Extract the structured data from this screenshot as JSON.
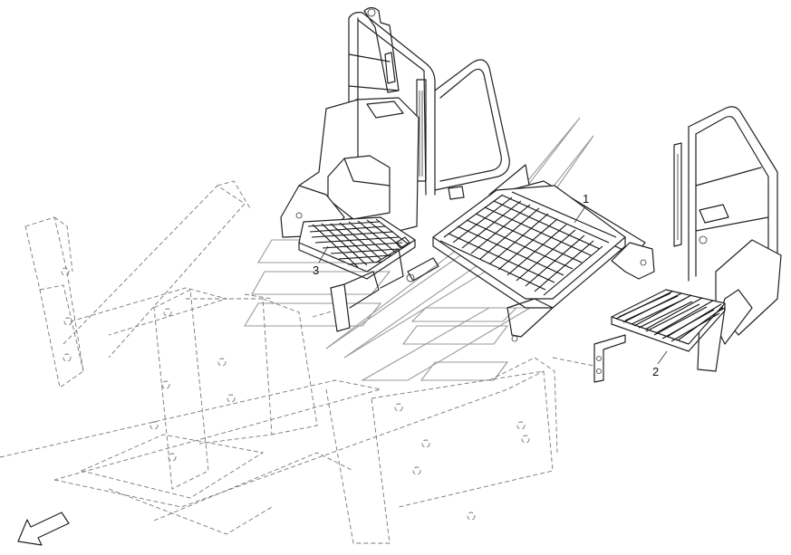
{
  "callouts": {
    "part_1": "1",
    "part_2": "2",
    "part_3": "3"
  },
  "icons": {
    "direction_arrow": "arrow-down-left-icon",
    "watermark": "logo-watermark-icon"
  },
  "colors": {
    "line": "#222222",
    "ghost": "#777777",
    "background": "#ffffff"
  }
}
